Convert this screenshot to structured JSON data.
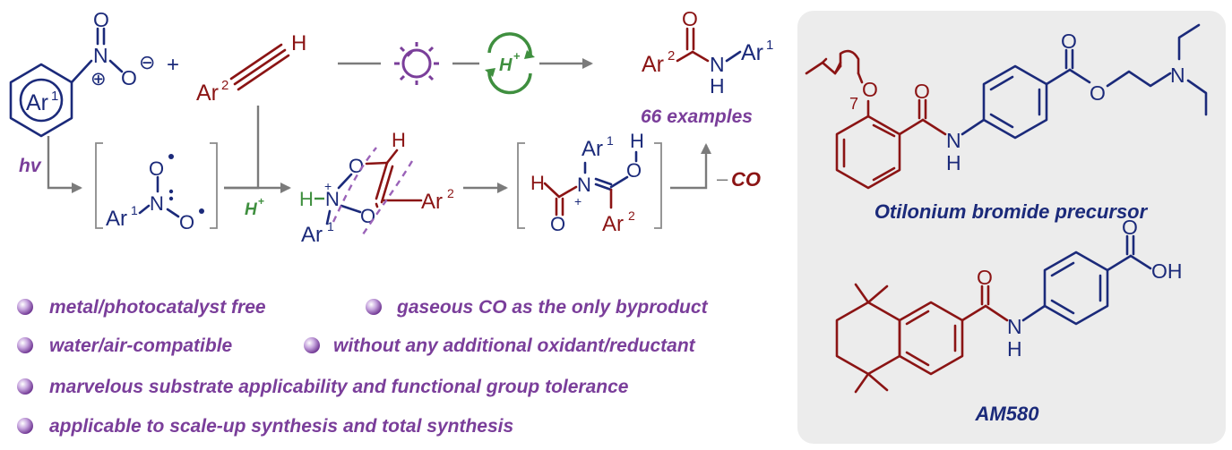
{
  "reaction": {
    "nitro_ring_label": "Ar",
    "nitro_ring_sup": "1",
    "nitro_n": "N",
    "nitro_o_top": "O",
    "nitro_o_right": "O",
    "plus_sign": "+",
    "minus_sign": "⊖",
    "plus_circle": "⊕",
    "alkyne_ar": "Ar",
    "alkyne_sup": "2",
    "alkyne_h": "H",
    "acid_label": "H",
    "acid_sup": "+",
    "product_ar2": "Ar",
    "product_ar2_sup": "2",
    "product_o": "O",
    "product_n": "N",
    "product_h": "H",
    "product_ar1": "Ar",
    "product_ar1_sup": "1",
    "examples": "66 examples"
  },
  "mechanism": {
    "hv": "hv",
    "int1_ar": "Ar",
    "int1_sup": "1",
    "int1_n": "N",
    "int1_o1": "O",
    "int1_o2": "O",
    "acid2_label": "H",
    "acid2_sup": "+",
    "int2_h": "H",
    "int2_n": "N",
    "int2_plus": "+",
    "int2_ar1": "Ar",
    "int2_ar1_sup": "1",
    "int2_o1": "O",
    "int2_o2": "O",
    "int2_ch": "H",
    "int2_ar2": "Ar",
    "int2_ar2_sup": "2",
    "int3_h": "H",
    "int3_o": "O",
    "int3_ar1": "Ar",
    "int3_ar1_sup": "1",
    "int3_n": "N",
    "int3_plus": "+",
    "int3_oh_o": "O",
    "int3_oh_h": "H",
    "int3_ar2": "Ar",
    "int3_ar2_sup": "2",
    "minus_co_dash": "–",
    "minus_co": "CO"
  },
  "features": [
    "metal/photocatalyst free",
    "gaseous CO as the only byproduct",
    "water/air-compatible",
    "without any additional oxidant/reductant",
    "marvelous substrate applicability and functional group tolerance",
    "applicable to scale-up synthesis and total synthesis"
  ],
  "applications": {
    "otilonium": {
      "name": "Otilonium bromide precursor",
      "subscript": "7",
      "o_ether": "O",
      "o_carbonyl": "O",
      "n": "N",
      "h": "H",
      "ester_o1": "O",
      "ester_o2": "O",
      "amine_n": "N"
    },
    "am580": {
      "name": "AM580",
      "o_carbonyl": "O",
      "n": "N",
      "h": "H",
      "acid_o": "O",
      "acid_oh": "OH"
    }
  },
  "colors": {
    "navy": "#1b2a7a",
    "maroon": "#8b1414",
    "purple": "#7a3e9a",
    "green": "#3f8f3f",
    "gray": "#7b7b7b",
    "panel": "#ececec"
  }
}
